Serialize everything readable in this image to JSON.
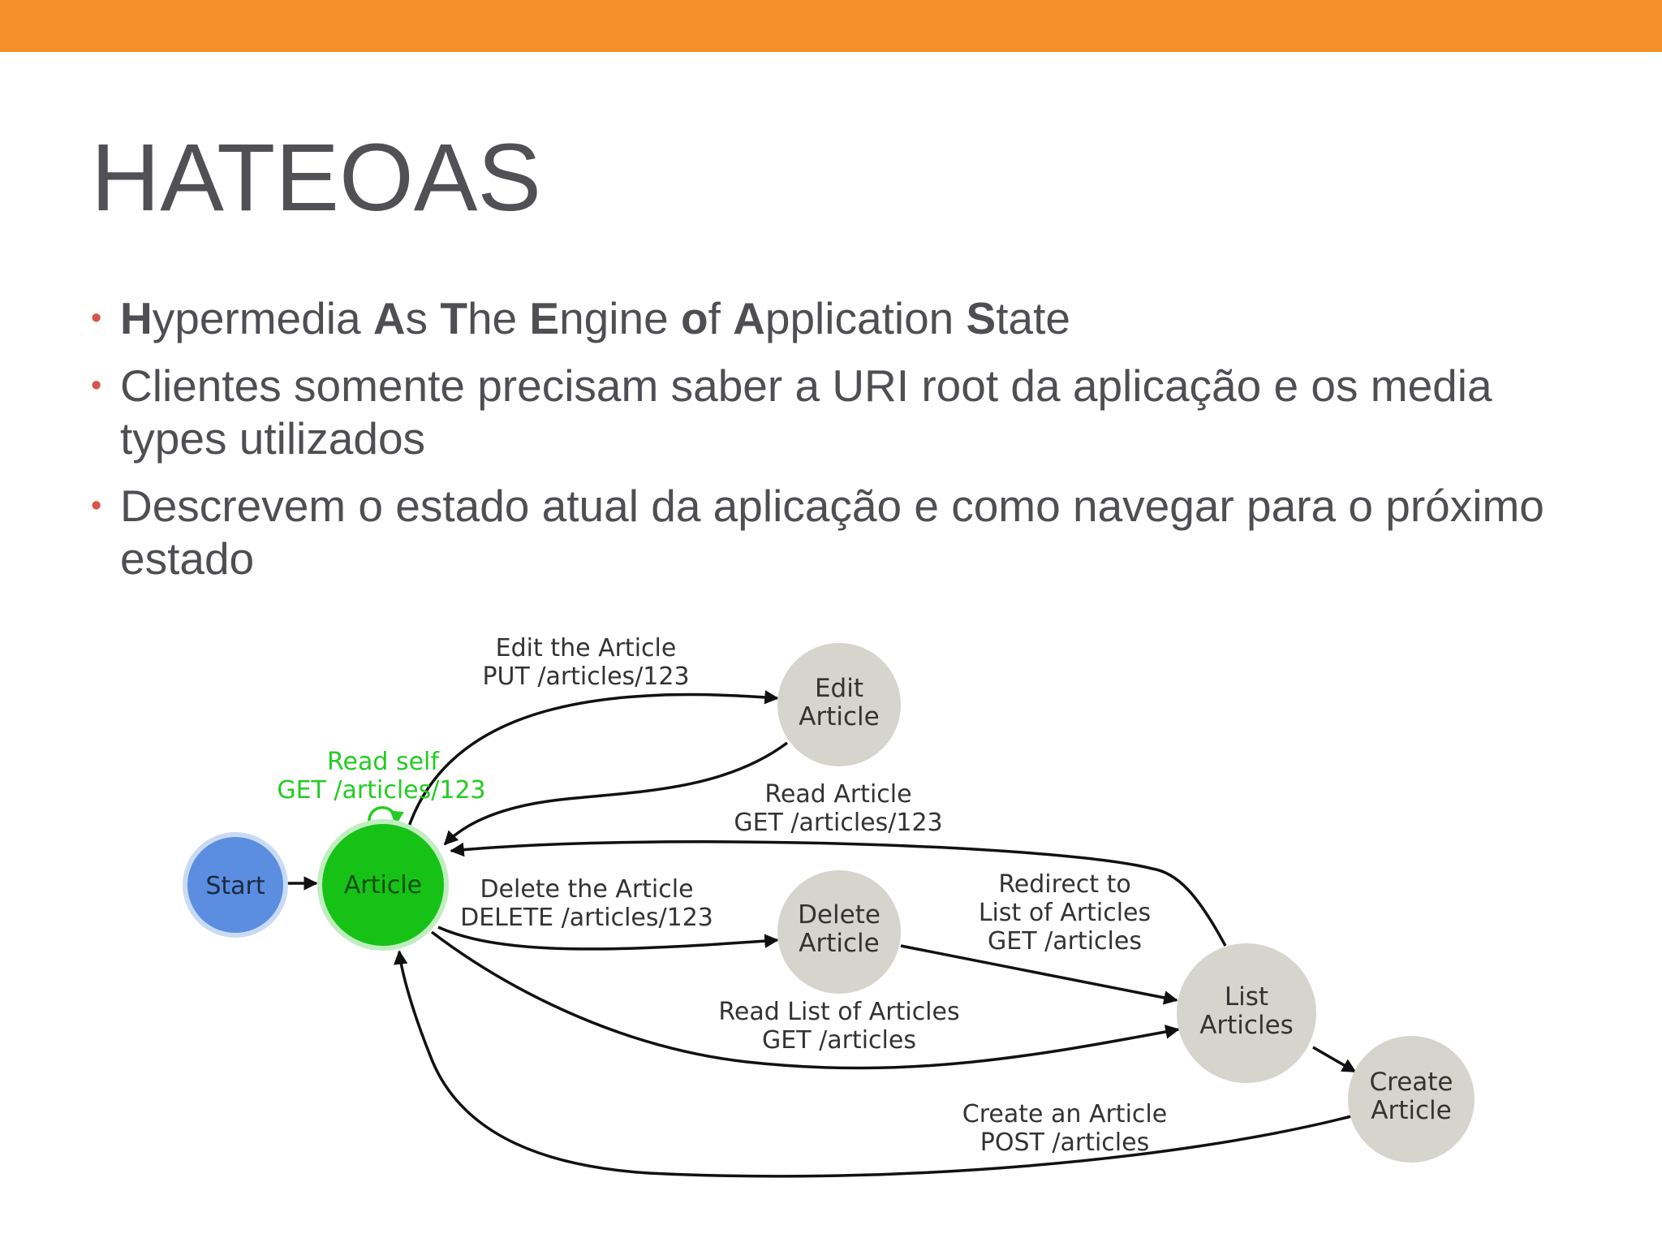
{
  "slide": {
    "title": "HATEOAS",
    "accent_color": "#f39027",
    "bullet_color": "#d9564b"
  },
  "bullets": [
    {
      "runs": [
        {
          "text": "H",
          "bold": true
        },
        {
          "text": "ypermedia ",
          "bold": false
        },
        {
          "text": "A",
          "bold": true
        },
        {
          "text": "s ",
          "bold": false
        },
        {
          "text": "T",
          "bold": true
        },
        {
          "text": "he ",
          "bold": false
        },
        {
          "text": "E",
          "bold": true
        },
        {
          "text": "ngine ",
          "bold": false
        },
        {
          "text": "o",
          "bold": true
        },
        {
          "text": "f ",
          "bold": false
        },
        {
          "text": "A",
          "bold": true
        },
        {
          "text": "pplication ",
          "bold": false
        },
        {
          "text": "S",
          "bold": true
        },
        {
          "text": "tate",
          "bold": false
        }
      ]
    },
    {
      "text": "Clientes somente precisam saber a URI root da aplicação e os media types utilizados"
    },
    {
      "text": "Descrevem o estado atual da aplicação e como navegar para o próximo estado"
    }
  ],
  "diagram": {
    "nodes": {
      "start": {
        "lines": [
          "Start"
        ],
        "color": "#5b8ee0"
      },
      "article": {
        "lines": [
          "Article"
        ],
        "color": "#17c217"
      },
      "edit": {
        "lines": [
          "Edit",
          "Article"
        ],
        "color": "#d5d4cd"
      },
      "delete": {
        "lines": [
          "Delete",
          "Article"
        ],
        "color": "#d5d4cd"
      },
      "list": {
        "lines": [
          "List",
          "Articles"
        ],
        "color": "#d5d4cd"
      },
      "create": {
        "lines": [
          "Create",
          "Article"
        ],
        "color": "#d5d4cd"
      }
    },
    "edges": {
      "read_self": [
        "Read self",
        "GET /articles/123"
      ],
      "edit": [
        "Edit the Article",
        "PUT /articles/123"
      ],
      "read_article": [
        "Read Article",
        "GET /articles/123"
      ],
      "delete": [
        "Delete the Article",
        "DELETE /articles/123"
      ],
      "redirect": [
        "Redirect to",
        "List of Articles",
        "GET /articles"
      ],
      "read_list": [
        "Read List of Articles",
        "GET /articles"
      ],
      "create": [
        "Create an Article",
        "POST /articles"
      ]
    }
  }
}
